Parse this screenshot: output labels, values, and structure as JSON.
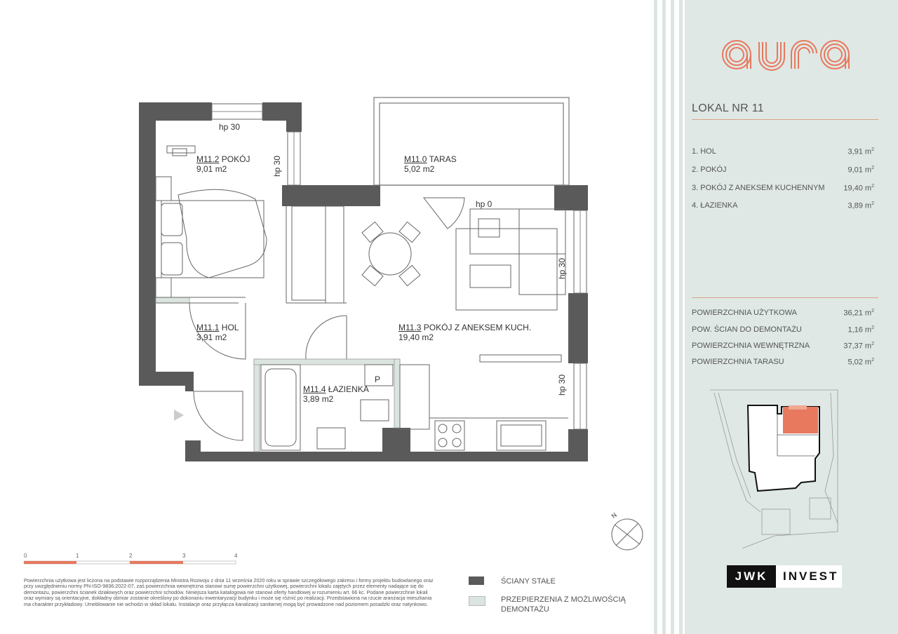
{
  "brand": {
    "logo_text": "aura",
    "developer_left": "JWK",
    "developer_right": "INVEST"
  },
  "colors": {
    "accent": "#e8785e",
    "panel": "#dfe8e4",
    "wall": "#555555",
    "partition": "#dbe4df"
  },
  "unit": {
    "title": "LOKAL NR 11"
  },
  "rooms_list": [
    {
      "name": "1. HOL",
      "area": "3,91 m",
      "unit_sup": "2"
    },
    {
      "name": "2. POKÓJ",
      "area": "9,01 m",
      "unit_sup": "2"
    },
    {
      "name": "3. POKÓJ Z ANEKSEM KUCHENNYM",
      "area": "19,40 m",
      "unit_sup": "2"
    },
    {
      "name": "4. ŁAZIENKA",
      "area": "3,89 m",
      "unit_sup": "2"
    }
  ],
  "summary": [
    {
      "name": "POWIERZCHNIA UŻYTKOWA",
      "area": "36,21 m",
      "unit_sup": "2"
    },
    {
      "name": "POW. ŚCIAN DO DEMONTAŻU",
      "area": "1,16 m",
      "unit_sup": "2"
    },
    {
      "name": "POWIERZCHNIA WEWNĘTRZNA",
      "area": "37,37 m",
      "unit_sup": "2"
    },
    {
      "name": "POWIERZCHNIA TARASU",
      "area": "5,02 m",
      "unit_sup": "2"
    }
  ],
  "plan_labels": {
    "pokoj": {
      "code": "M11.2",
      "name": " POKÓJ",
      "area": "9,01 m2"
    },
    "taras": {
      "code": "M11.0",
      "name": " TARAS",
      "area": "5,02 m2"
    },
    "hol": {
      "code": "M11.1",
      "name": " HOL",
      "area": "3,91 m2"
    },
    "aneks": {
      "code": "M11.3",
      "name": " POKÓJ Z ANEKSEM KUCH.",
      "area": "19,40 m2"
    },
    "lazienka": {
      "code": "M11.4",
      "name": " ŁAZIENKA",
      "area": "3,89 m2"
    },
    "p_mark": "P",
    "hp_top": "hp  30",
    "hp_side": "hp  30",
    "hp_zero": "hp  0",
    "hp_right1": "hp  30",
    "hp_right2": "hp  30",
    "compass": "N"
  },
  "scale": {
    "ticks": [
      "0",
      "1",
      "2",
      "3",
      "4"
    ]
  },
  "disclaimer": "Powierzchnia użytkowa jest liczona na podstawie rozporządzenia Ministra Rozwoju z dnia 11 września 2020 roku w sprawie szczegółowego zakresu i formy projektu budowlanego oraz przy uwzględnieniu normy PN-ISO-9836:2022-07, zaś powierzchnia wewnętrzna stanowi sumę powierzchni użytkowej, powierzchni lokalu zajętych przez elementy nadające się do demontażu, powierzchni ścianek działowych oraz powierzchni schodów. Niniejsza karta katalogowa nie stanowi oferty handlowej w rozumieniu art. 66 kc. Podane powierzchnie lokali oraz wymiary są orientacyjne, dokładny obmiar zostanie określony po dokonaniu inwentaryzacji budynku i może się różnić po realizacji. Przedstawiona na rzucie aranżacja mieszkania ma charakter przykładowy. Umeblowanie nie wchodzi w skład lokalu. Instalacje oraz przyłącza kanalizacji sanitarnej mogą być prowadzone nad poziomem posadzki oraz natynkowo.",
  "legend": {
    "walls": "ŚCIANY STAŁE",
    "partition_1": "PRZEPIERZENIA Z MOŻLIWOŚCIĄ",
    "partition_2": "DEMONTAŻU"
  }
}
